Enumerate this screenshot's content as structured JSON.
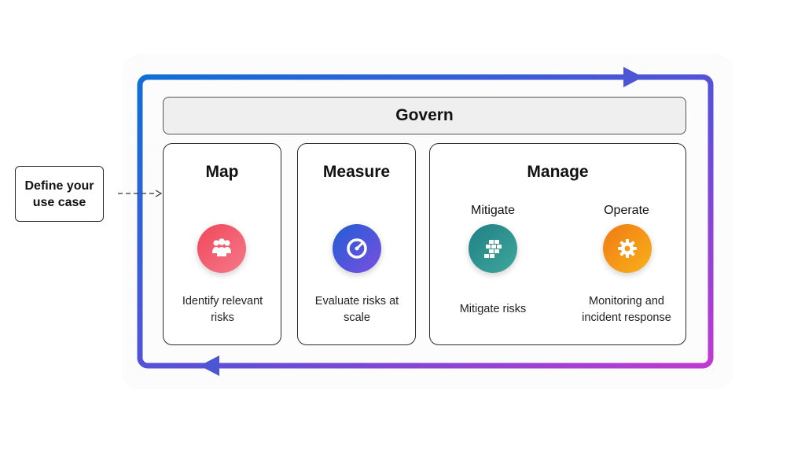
{
  "define_box": {
    "label": "Define your use case"
  },
  "govern": {
    "label": "Govern"
  },
  "map": {
    "title": "Map",
    "description": "Identify relevant risks",
    "icon": "people-group-icon",
    "color_start": "#f0475a",
    "color_end": "#f47a8a"
  },
  "measure": {
    "title": "Measure",
    "description": "Evaluate risks at scale",
    "icon": "gauge-icon",
    "color_start": "#1f5ed6",
    "color_end": "#7b4fe0"
  },
  "manage": {
    "title": "Manage",
    "mitigate": {
      "title": "Mitigate",
      "description": "Mitigate risks",
      "icon": "blocks-icon",
      "color_start": "#1f7f86",
      "color_end": "#3fa89a"
    },
    "operate": {
      "title": "Operate",
      "description": "Monitoring and incident response",
      "icon": "gear-icon",
      "color_start": "#f07a12",
      "color_end": "#f8b21c"
    }
  },
  "loop": {
    "color_start": "#0f6fd6",
    "color_mid": "#5b4fd8",
    "color_end": "#c03ad0"
  }
}
